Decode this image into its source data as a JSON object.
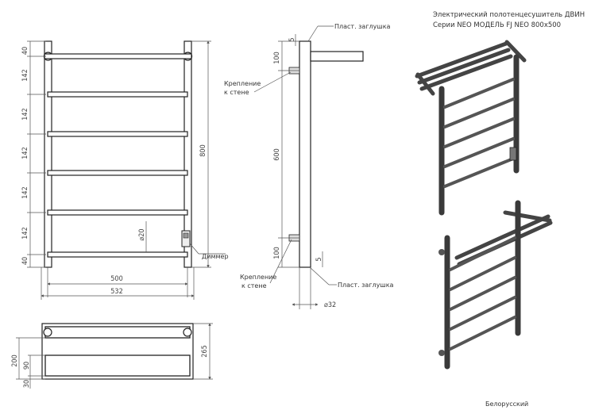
{
  "title": {
    "line1": "Электрический полотенцесушитель ДВИН",
    "line2": "Серии NEO МОДЕЛЬ FJ NEO 800x500"
  },
  "front_view": {
    "dims": {
      "height_total": "800",
      "top": "40",
      "pitch_1": "142",
      "pitch_2": "142",
      "pitch_3": "142",
      "pitch_4": "142",
      "pitch_5": "142",
      "bottom": "40",
      "width_inner": "500",
      "width_outer": "532",
      "bar_dia": "⌀20"
    },
    "dimmer_label": "Диммер"
  },
  "side_view": {
    "dims": {
      "cap_top": "5",
      "seg_top": "100",
      "seg_mid": "600",
      "seg_bottom": "100",
      "cap_bottom": "5",
      "post_dia": "⌀32"
    },
    "labels": {
      "plug_top": "Пласт. заглушка",
      "mount_top_1": "Крепление",
      "mount_top_2": "к стене",
      "mount_bottom_1": "Крепление",
      "mount_bottom_2": "к стене",
      "plug_bottom": "Пласт. заглушка"
    }
  },
  "top_view": {
    "dims": {
      "depth_total": "265",
      "depth_200": "200",
      "d_90": "90",
      "d_30": "30"
    }
  },
  "bottom_caption": "Белорусский"
}
